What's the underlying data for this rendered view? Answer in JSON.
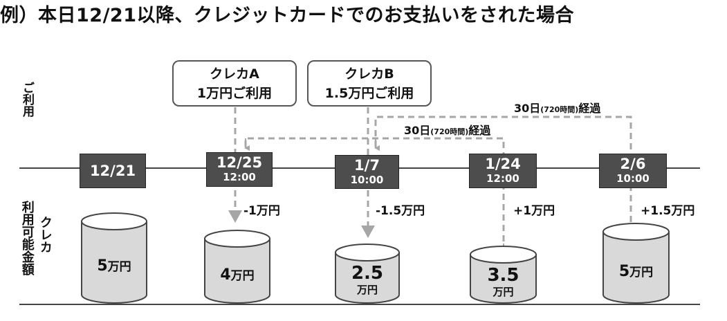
{
  "title": "例）本日12/21以降、クレジットカードでのお支払いをされた場合",
  "labels": {
    "usage": "ご利用",
    "available": "利用可能金額",
    "card": "クレカ"
  },
  "cards": [
    {
      "name": "クレカA",
      "usage": "1万円ご利用"
    },
    {
      "name": "クレカB",
      "usage": "1.5万円ご利用"
    }
  ],
  "dates": [
    {
      "date": "12/21",
      "time": ""
    },
    {
      "date": "12/25",
      "time": "12:00"
    },
    {
      "date": "1/7",
      "time": "10:00"
    },
    {
      "date": "1/24",
      "time": "12:00"
    },
    {
      "date": "2/6",
      "time": "10:00"
    }
  ],
  "elapsed": [
    {
      "days": "30日",
      "hours": "(720時間)",
      "suffix": "経過"
    },
    {
      "days": "30日",
      "hours": "(720時間)",
      "suffix": "経過"
    }
  ],
  "deltas": [
    "-1万円",
    "-1.5万円",
    "+1万円",
    "+1.5万円"
  ],
  "balances": [
    {
      "value": "5",
      "unit": "万円"
    },
    {
      "value": "4",
      "unit": "万円"
    },
    {
      "value": "2.5",
      "unit": "万円"
    },
    {
      "value": "3.5",
      "unit": "万円"
    },
    {
      "value": "5",
      "unit": "万円"
    }
  ],
  "colors": {
    "date_box": "#4d4d4d",
    "dashed": "#a6a6a6",
    "cylinder": "#d9d9d9"
  }
}
